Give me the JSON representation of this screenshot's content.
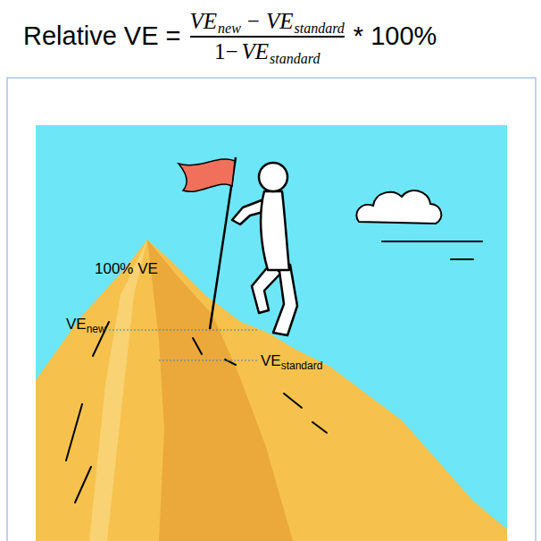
{
  "diagram": {
    "labels": [
      "Relative VE =",
      "VE",
      "new",
      "−",
      "VE",
      "standard",
      "1−",
      "VE",
      "standard",
      "* 100%",
      "100% VE",
      "VE",
      "new",
      "VE",
      "standard"
    ]
  }
}
